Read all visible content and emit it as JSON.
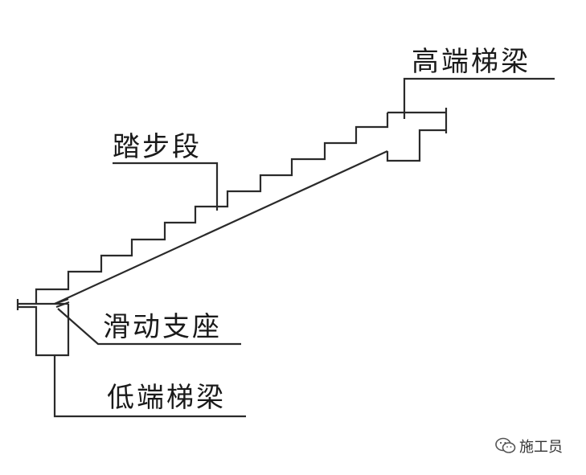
{
  "labels": {
    "high_beam": "高端梯梁",
    "flight": "踏步段",
    "sliding_support": "滑动支座",
    "low_beam": "低端梯梁"
  },
  "watermark": {
    "icon": "wechat-icon",
    "text": "施工员"
  },
  "colors": {
    "line": "#2a2a2a",
    "text": "#1a1a1a",
    "background": "#ffffff"
  }
}
